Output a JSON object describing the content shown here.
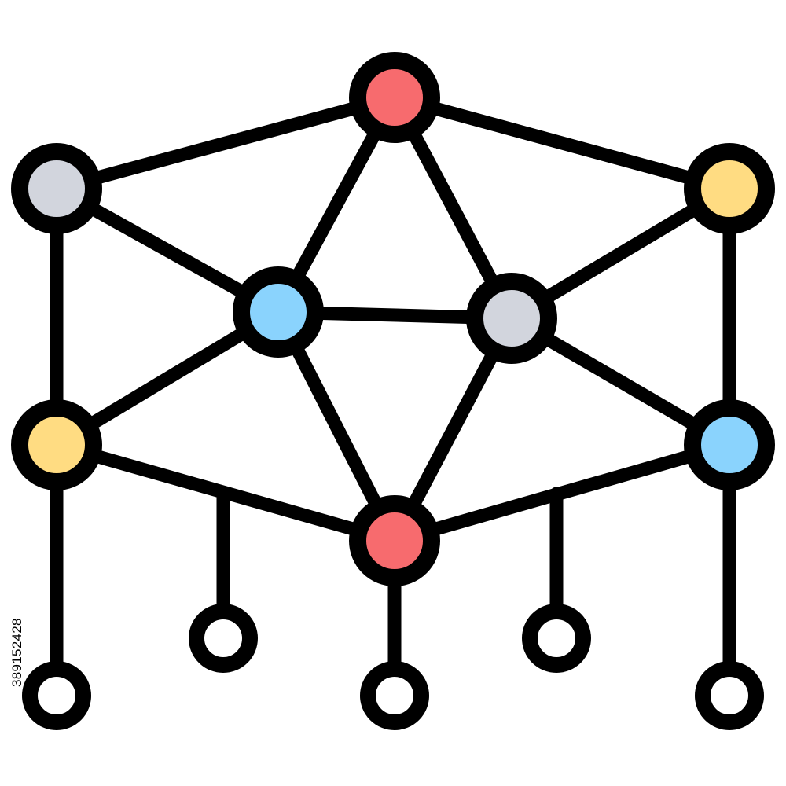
{
  "stock_id": "389152428",
  "colors": {
    "red": "#f76b6e",
    "gray": "#d2d5dd",
    "yellow": "#ffdc82",
    "blue": "#8ad3fd",
    "white": "#ffffff",
    "stroke": "#000000"
  },
  "nodes": [
    {
      "id": "top",
      "color": "red"
    },
    {
      "id": "upper-left",
      "color": "gray"
    },
    {
      "id": "upper-right",
      "color": "yellow"
    },
    {
      "id": "center-left",
      "color": "blue"
    },
    {
      "id": "center-right",
      "color": "gray"
    },
    {
      "id": "lower-left",
      "color": "yellow"
    },
    {
      "id": "lower-right",
      "color": "blue"
    },
    {
      "id": "bottom",
      "color": "red"
    }
  ],
  "leaves": [
    {
      "id": "leaf-1"
    },
    {
      "id": "leaf-2"
    },
    {
      "id": "leaf-3"
    },
    {
      "id": "leaf-4"
    },
    {
      "id": "leaf-5"
    }
  ]
}
